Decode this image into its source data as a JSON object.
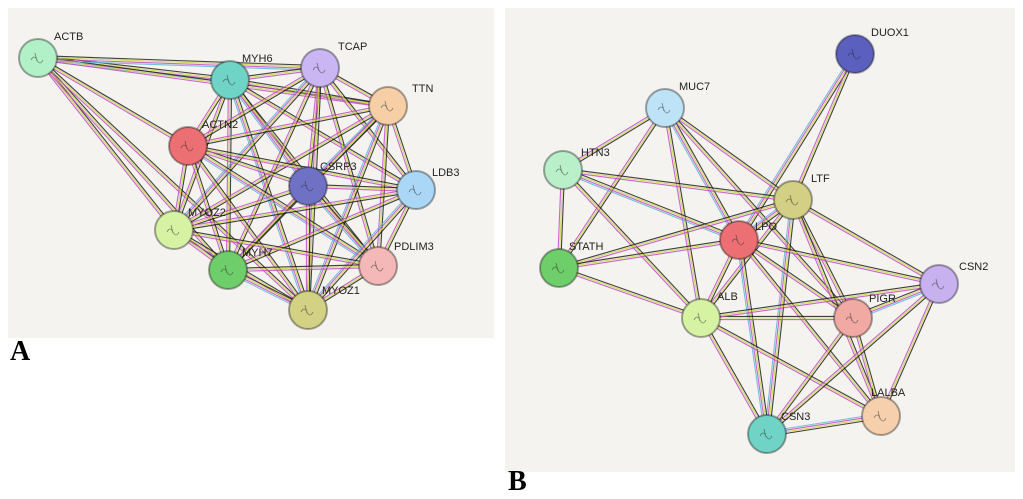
{
  "panels": [
    {
      "id": "A",
      "letter": "A",
      "nodes": [
        {
          "id": "ACTB",
          "label": "ACTB",
          "color": "#b2f0c8"
        },
        {
          "id": "MYH6",
          "label": "MYH6",
          "color": "#6fd3c5"
        },
        {
          "id": "TCAP",
          "label": "TCAP",
          "color": "#c9b6f2"
        },
        {
          "id": "TTN",
          "label": "TTN",
          "color": "#f6cfa6"
        },
        {
          "id": "ACTN2",
          "label": "ACTN2",
          "color": "#ec6f73"
        },
        {
          "id": "CSRP3",
          "label": "CSRP3",
          "color": "#6f72c4"
        },
        {
          "id": "LDB3",
          "label": "LDB3",
          "color": "#a9d7f5"
        },
        {
          "id": "MYOZ2",
          "label": "MYOZ2",
          "color": "#d6f2a3"
        },
        {
          "id": "MYH7",
          "label": "MYH7",
          "color": "#6ecf6a"
        },
        {
          "id": "PDLIM3",
          "label": "PDLIM3",
          "color": "#f4b8b8"
        },
        {
          "id": "MYOZ1",
          "label": "MYOZ1",
          "color": "#d3d184"
        }
      ]
    },
    {
      "id": "B",
      "letter": "B",
      "nodes": [
        {
          "id": "DUOX1",
          "label": "DUOX1",
          "color": "#5b5fbd"
        },
        {
          "id": "MUC7",
          "label": "MUC7",
          "color": "#bfe3f6"
        },
        {
          "id": "HTN3",
          "label": "HTN3",
          "color": "#b9f0c9"
        },
        {
          "id": "LTF",
          "label": "LTF",
          "color": "#d3cf85"
        },
        {
          "id": "LPO",
          "label": "LPO",
          "color": "#ec6f73"
        },
        {
          "id": "STATH",
          "label": "STATH",
          "color": "#6ecf6a"
        },
        {
          "id": "CSN2",
          "label": "CSN2",
          "color": "#c7b1ef"
        },
        {
          "id": "ALB",
          "label": "ALB",
          "color": "#d6f2a3"
        },
        {
          "id": "PIGR",
          "label": "PIGR",
          "color": "#f0a9a3"
        },
        {
          "id": "LALBA",
          "label": "LALBA",
          "color": "#f6d0ad"
        },
        {
          "id": "CSN3",
          "label": "CSN3",
          "color": "#6fd3c5"
        }
      ]
    }
  ],
  "edge_colors": [
    "#1f1f1f",
    "#c9d64a",
    "#c24bc4",
    "#5fb4d9",
    "#8a8af0"
  ]
}
